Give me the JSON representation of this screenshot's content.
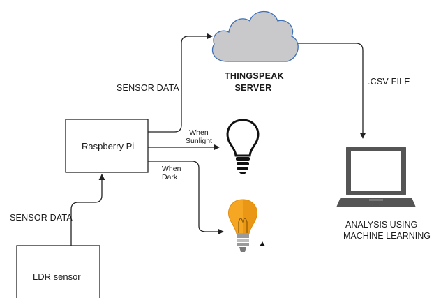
{
  "nodes": {
    "raspberry_pi": "Raspberry Pi",
    "ldr_sensor": "LDR sensor",
    "server_line1": "THINGSPEAK",
    "server_line2": "SERVER",
    "analysis_line1": "ANALYSIS USING",
    "analysis_line2": "MACHINE LEARNING"
  },
  "edges": {
    "sensor_to_pi": "SENSOR DATA",
    "pi_to_server": "SENSOR DATA",
    "server_to_analysis": ".CSV FILE",
    "sunlight_line1": "When",
    "sunlight_line2": "Sunlight",
    "dark_line1": "When",
    "dark_line2": "Dark"
  },
  "icons": {
    "cloud": "cloud-icon",
    "bulb_off": "lightbulb-off-icon",
    "bulb_on": "lightbulb-on-icon",
    "laptop": "laptop-icon"
  },
  "colors": {
    "cloud_fill": "#c9c9cc",
    "cloud_stroke": "#3f6fb4",
    "bulb_on": "#f5a623",
    "bulb_on_dark": "#e08a0b",
    "laptop": "#555555",
    "line": "#222222"
  }
}
